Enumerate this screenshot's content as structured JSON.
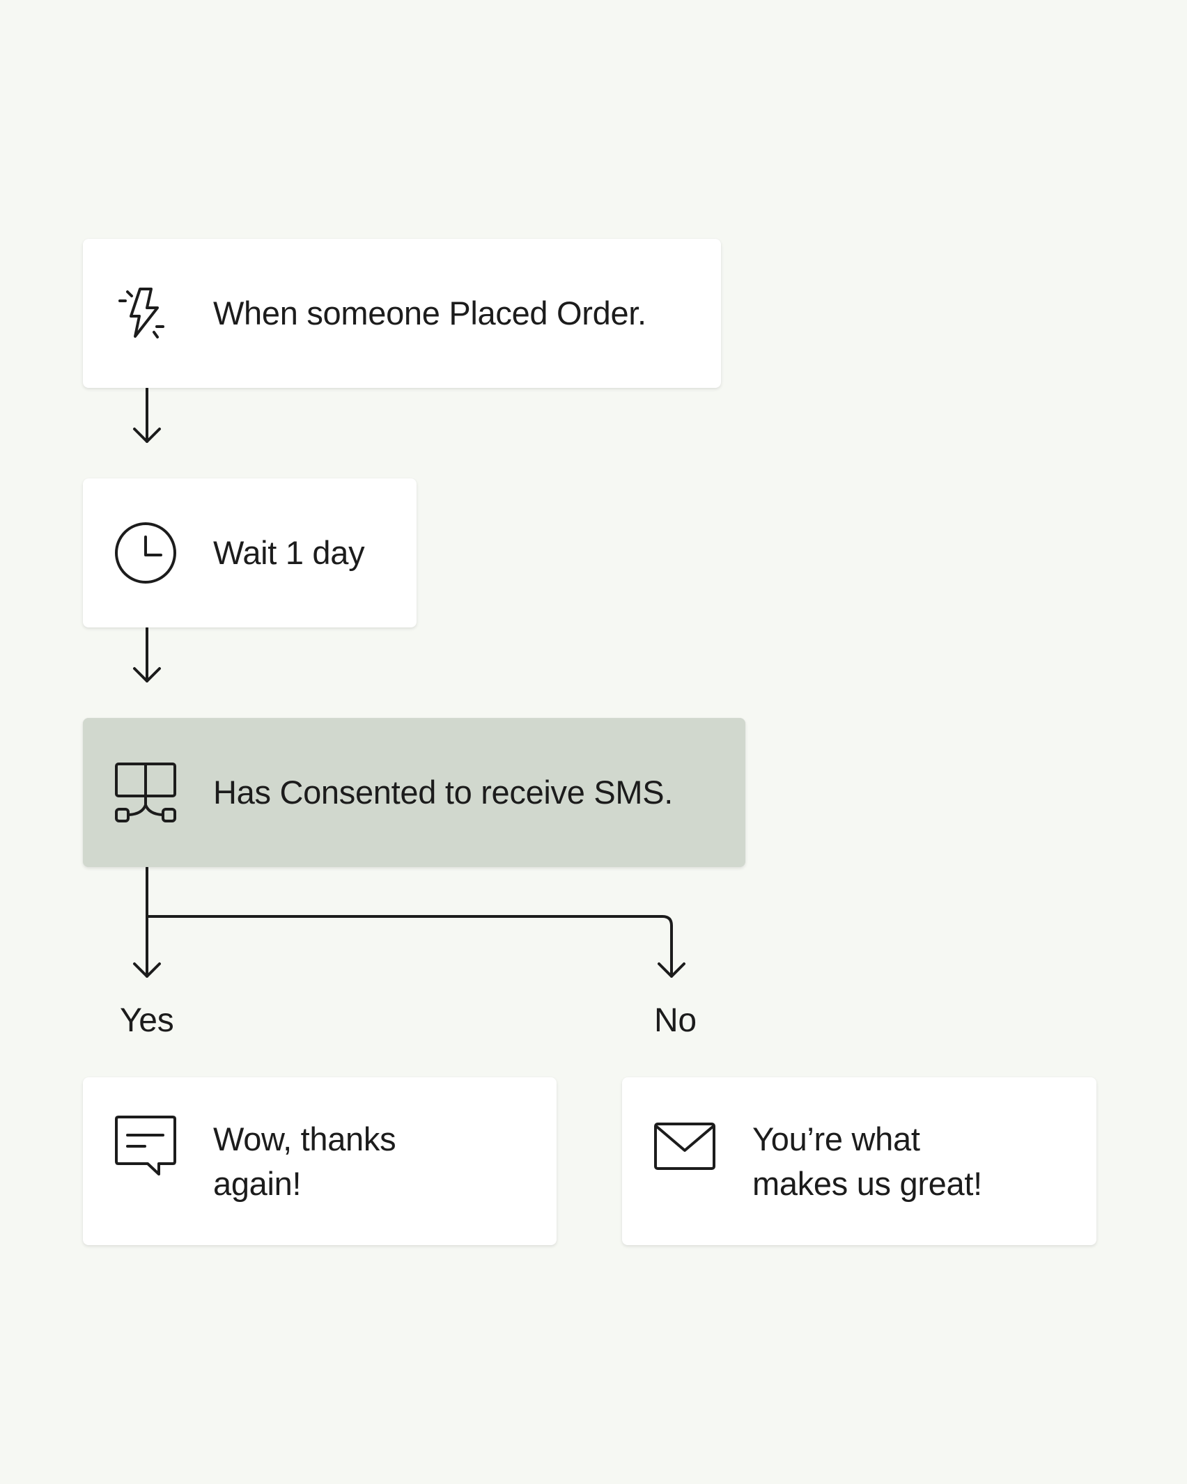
{
  "flow": {
    "trigger": {
      "label": "When someone Placed Order.",
      "icon": "lightning-bolt-icon"
    },
    "delay": {
      "label": "Wait 1 day",
      "icon": "clock-icon"
    },
    "condition": {
      "label": "Has Consented to receive SMS.",
      "icon": "split-branch-icon"
    },
    "branches": {
      "yes": {
        "label": "Yes",
        "action": {
          "label": "Wow, thanks\nagain!",
          "icon": "sms-message-icon"
        }
      },
      "no": {
        "label": "No",
        "action": {
          "label": "You’re what\nmakes us great!",
          "icon": "email-envelope-icon"
        }
      }
    }
  },
  "colors": {
    "background": "#f6f8f3",
    "card": "#ffffff",
    "condition_card": "#d1d8ce",
    "stroke": "#1c1c1c"
  }
}
